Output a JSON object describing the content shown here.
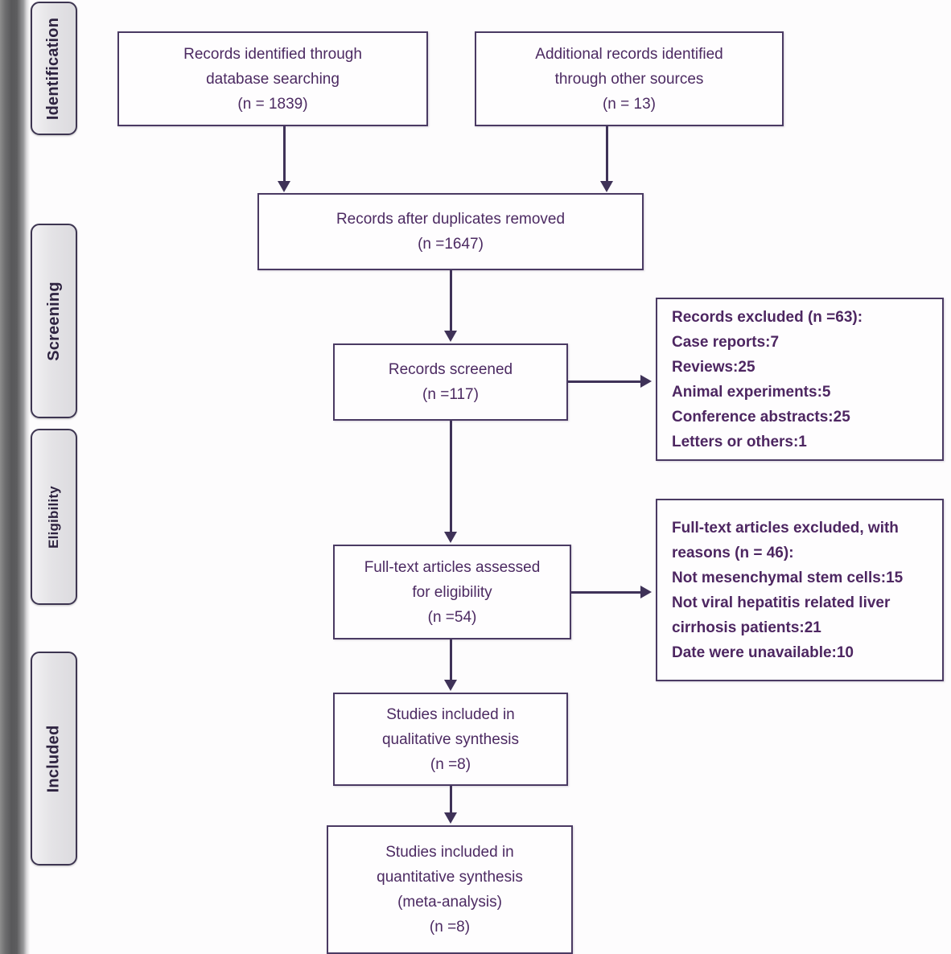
{
  "diagram": {
    "type": "prisma-flow-diagram",
    "stages": [
      {
        "id": "identification",
        "label": "Identification"
      },
      {
        "id": "screening",
        "label": "Screening"
      },
      {
        "id": "eligibility",
        "label": "Eligibility"
      },
      {
        "id": "included",
        "label": "Included"
      }
    ],
    "nodes": {
      "database_records": {
        "lines": [
          "Records identified through",
          "database searching",
          "(n = 1839)"
        ]
      },
      "other_records": {
        "lines": [
          "Additional records identified",
          "through other sources",
          "(n = 13)"
        ]
      },
      "duplicates_removed": {
        "lines": [
          "Records after duplicates removed",
          "(n =1647)"
        ]
      },
      "records_screened": {
        "lines": [
          "Records screened",
          "(n =117)"
        ]
      },
      "records_excluded": {
        "lines": [
          "Records excluded (n =63):",
          "Case reports:7",
          "Reviews:25",
          "Animal experiments:5",
          "Conference abstracts:25",
          "Letters or others:1"
        ]
      },
      "fulltext_assessed": {
        "lines": [
          "Full-text articles assessed",
          "for eligibility",
          "(n =54)"
        ]
      },
      "fulltext_excluded": {
        "lines": [
          "Full-text articles excluded, with",
          "reasons (n = 46):",
          "Not mesenchymal stem cells:15",
          "Not viral hepatitis related liver",
          "cirrhosis patients:21",
          "Date were unavailable:10"
        ]
      },
      "qualitative_synthesis": {
        "lines": [
          "Studies included in",
          "qualitative synthesis",
          "(n =8)"
        ]
      },
      "quantitative_synthesis": {
        "lines": [
          "Studies included in",
          "quantitative synthesis",
          "(meta-analysis)",
          "(n =8)"
        ]
      }
    },
    "colors": {
      "box_border": "#4a3a63",
      "text": "#4c2a62",
      "connector": "#3f3258",
      "tab_border": "#3d3551",
      "tab_fill": "#e4e3e6"
    }
  }
}
